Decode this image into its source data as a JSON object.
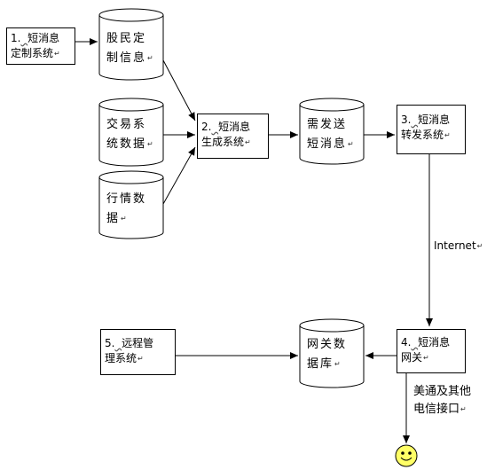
{
  "nodes": {
    "n1": {
      "line1": "1.",
      "line1b": "短消息",
      "line2": "定制系统"
    },
    "db_customer": {
      "line1": "股民定",
      "line2": "制信息"
    },
    "db_trade": {
      "line1": "交易系",
      "line2": "统数据"
    },
    "db_quotes": {
      "line1": "行情数",
      "line2": "据"
    },
    "n2": {
      "line1": "2.",
      "line1b": "短消息",
      "line2": "生成系统"
    },
    "db_pending": {
      "line1": "需发送",
      "line2": "短消息"
    },
    "n3": {
      "line1": "3.",
      "line1b": "短消息",
      "line2": "转发系统"
    },
    "n4": {
      "line1": "4.",
      "line1b": "短消息",
      "line2": "网关"
    },
    "db_gateway": {
      "line1": "网关数",
      "line2": "据库"
    },
    "n5": {
      "line1": "5.",
      "line1b": "远程管",
      "line2": "理系统"
    }
  },
  "labels": {
    "internet": "Internet",
    "telecom_line1": "美通及其他",
    "telecom_line2": "电信接口"
  },
  "icons": {
    "user": "smiley-face-icon"
  }
}
